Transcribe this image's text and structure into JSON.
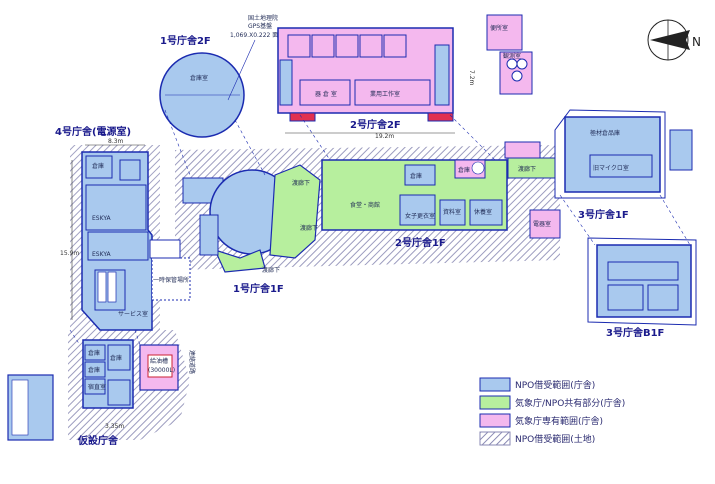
{
  "colors": {
    "npo_building": "#a9c9ee",
    "shared": "#b7ef9e",
    "jma_exclusive": "#f4b8ee",
    "land_hatch": "#8a8ab4",
    "outline": "#1b2bb0"
  },
  "buildings": {
    "b4": "4号庁舎(電源室)",
    "b1_2f": "1号庁舎2F",
    "b1_1f": "1号庁舎1F",
    "b2_2f": "2号庁舎2F",
    "b2_1f": "2号庁舎1F",
    "b3_1f": "3号庁舎1F",
    "b3_b1f": "3号庁舎B1F",
    "annex": "仮設庁舎"
  },
  "rooms": {
    "r1_2f": "倉庫室",
    "r2_2f_a": "器 倉 室",
    "r2_2f_b": "業用工作室",
    "r2_1f_a": "食堂・商館",
    "r2_1f_b": "倉庫",
    "r2_1f_c": "資料室",
    "r2_1f_d": "休養室",
    "r2_1f_e": "倉庫",
    "r2_1f_f": "女子更衣室",
    "r3_a": "極材倉品庫",
    "r3_b": "旧マイクロ室",
    "r4_a": "倉庫",
    "r4_b": "ESKYA",
    "r4_c": "ESKYA",
    "r4_d": "一時保管場所",
    "r4_e": "サービス室",
    "r_annex_a": "倉庫",
    "r_annex_b": "倉庫",
    "r_annex_c": "宿直室",
    "r_annex_d": "倉庫",
    "r_small": "便所室",
    "r_lib": "観測室",
    "r_well": "電器室",
    "r_tank": "給油槽"
  },
  "dimensions": {
    "d1": "8.3m",
    "d2": "15.9m",
    "d3": "7.2m",
    "d4": "19.2m",
    "d5": "3.35m"
  },
  "corridors": {
    "c1": "渡廊下",
    "c2": "渡廊下",
    "c3": "渡廊下",
    "c4": "渡廊下"
  },
  "notes": {
    "top_note_line1": "国土地理院",
    "top_note_line2": "GPS基盤",
    "top_note_line3": "1,069.X0.222 面 0.256㎡",
    "road": "連絡道路",
    "tank_size": "(30000L)"
  },
  "legend": [
    {
      "label": "NPO借受範囲(庁舎)",
      "color": "#a9c9ee"
    },
    {
      "label": "気象庁/NPO共有部分(庁舎)",
      "color": "#b7ef9e"
    },
    {
      "label": "気象庁専有範囲(庁舎)",
      "color": "#f4b8ee"
    },
    {
      "label": "NPO借受範囲(土地)",
      "color": "hatch"
    }
  ],
  "compass": "N"
}
